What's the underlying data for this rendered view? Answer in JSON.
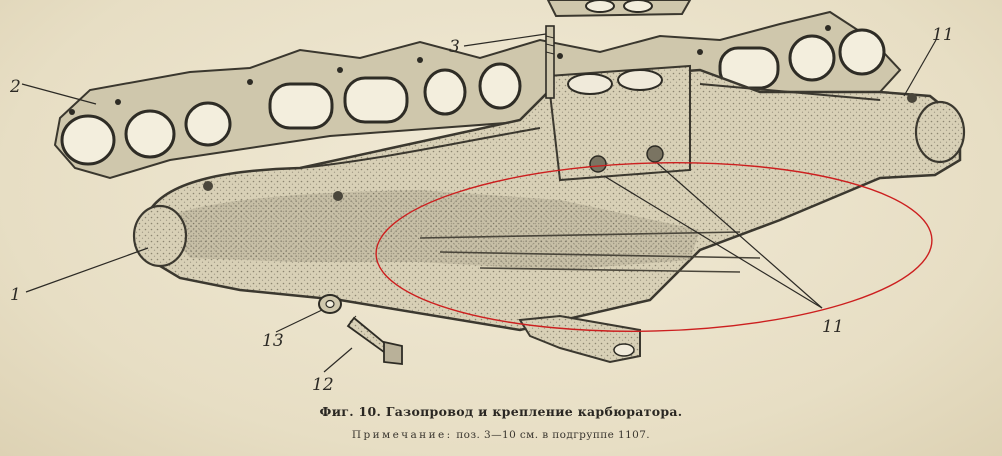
{
  "callouts": [
    {
      "id": "1",
      "label": "1"
    },
    {
      "id": "2",
      "label": "2"
    },
    {
      "id": "3",
      "label": "3"
    },
    {
      "id": "11a",
      "label": "11"
    },
    {
      "id": "11b",
      "label": "11"
    },
    {
      "id": "12",
      "label": "12"
    },
    {
      "id": "13",
      "label": "13"
    }
  ],
  "caption": {
    "text": "Фиг. 10. Газопровод и крепление карбюратора."
  },
  "note": {
    "prefix": "Примечание:",
    "body": "поз. 3—10 см. в подгруппе 1107."
  },
  "colors": {
    "paper": "#ece4cd",
    "ink": "#2c2a25",
    "annotation_ellipse": "#cc1f1f"
  }
}
